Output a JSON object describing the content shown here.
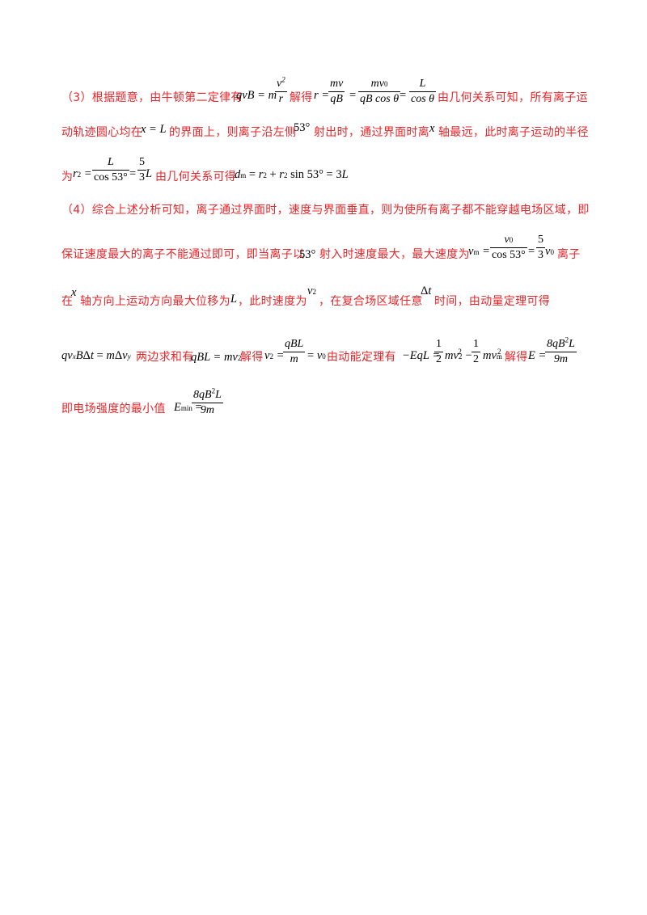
{
  "paragraph3": {
    "line1_a": "（3）根据题意，由牛顿第二定律有",
    "line1_b": "解得",
    "line1_c": "由几何关系可知，所有离子运",
    "line2_a": "动轨迹圆心均在",
    "line2_b": "的界面上，则离子沿左侧",
    "line2_c": "射出时，通过界面时离",
    "line2_d": "轴最远，此时离子运动的半径",
    "line3_a": "为",
    "line3_b": "由几何关系可得"
  },
  "paragraph4": {
    "line1": "（4）综合上述分析可知，离子通过界面时，速度与界面垂直，则为使所有离子都不能穿越电场区域，即",
    "line2_a": "保证速度最大的离子不能通过即可，即当离子以",
    "line2_b": "射入时速度最大，最大速度为",
    "line2_c": "离子",
    "line3_a": "在",
    "line3_b": "轴方向上运动方向最大位移为",
    "line3_c": "，此时速度为",
    "line3_d": "，在复合场区域任意",
    "line3_e": "时间，由动量定理可得",
    "line4_a": "两边求和有",
    "line4_b": "解得",
    "line4_c": "由动能定理有",
    "line4_d": "解得",
    "line5": "即电场强度的最小值"
  }
}
